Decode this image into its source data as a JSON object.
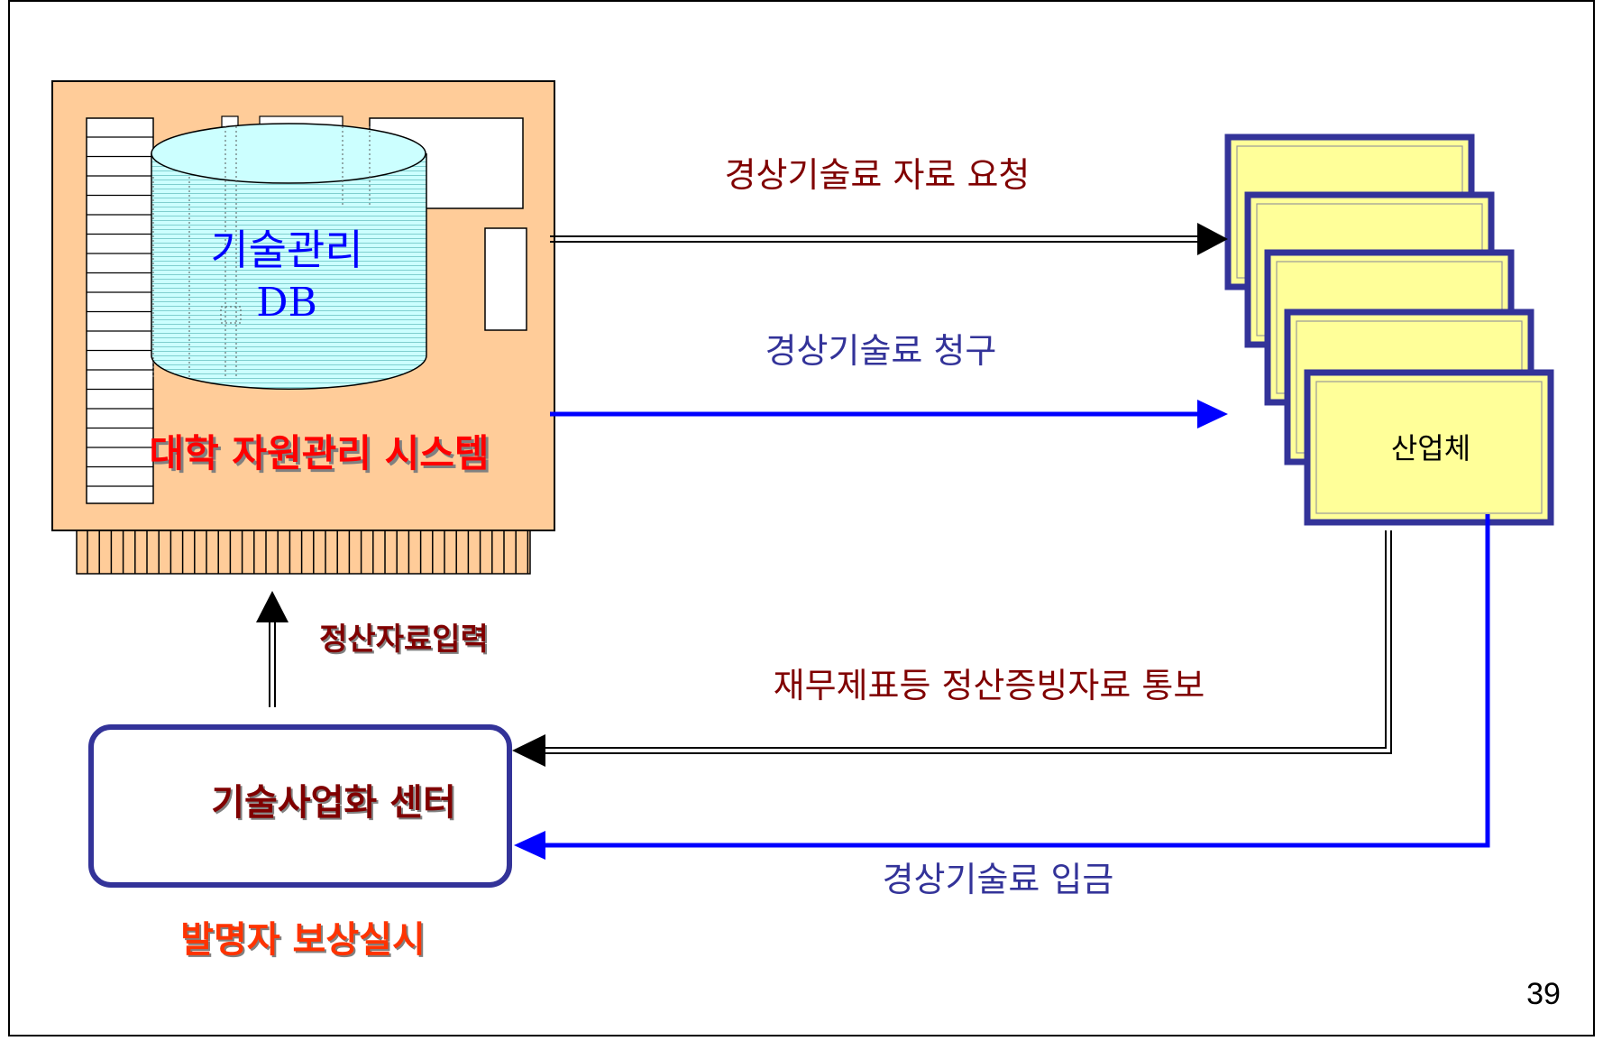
{
  "page_number": "39",
  "system": {
    "db_label_line1": "기술관리",
    "db_label_line2": "DB",
    "title": "대학 자원관리 시스템"
  },
  "industry": {
    "label": "산업체"
  },
  "center": {
    "label": "기술사업화 센터"
  },
  "inventor_note": "발명자 보상실시",
  "flows": {
    "request": "경상기술료 자료 요청",
    "claim": "경상기술료 청구",
    "settlement_input": "정산자료입력",
    "statement_notice": "재무제표등 정산증빙자료 통보",
    "deposit": "경상기술료 입금"
  },
  "colors": {
    "border": "#000000",
    "board_fill": "#FFCC99",
    "db_fill": "#CCFFFF",
    "db_text": "#0000FF",
    "system_title": "#FF0000",
    "card_fill": "#FFFF99",
    "card_border": "#333399",
    "blue_arrow": "#0000FF",
    "dark_red_text": "#800000",
    "blue_text": "#333399",
    "center_border": "#333399",
    "inventor_text": "#FF3300"
  }
}
